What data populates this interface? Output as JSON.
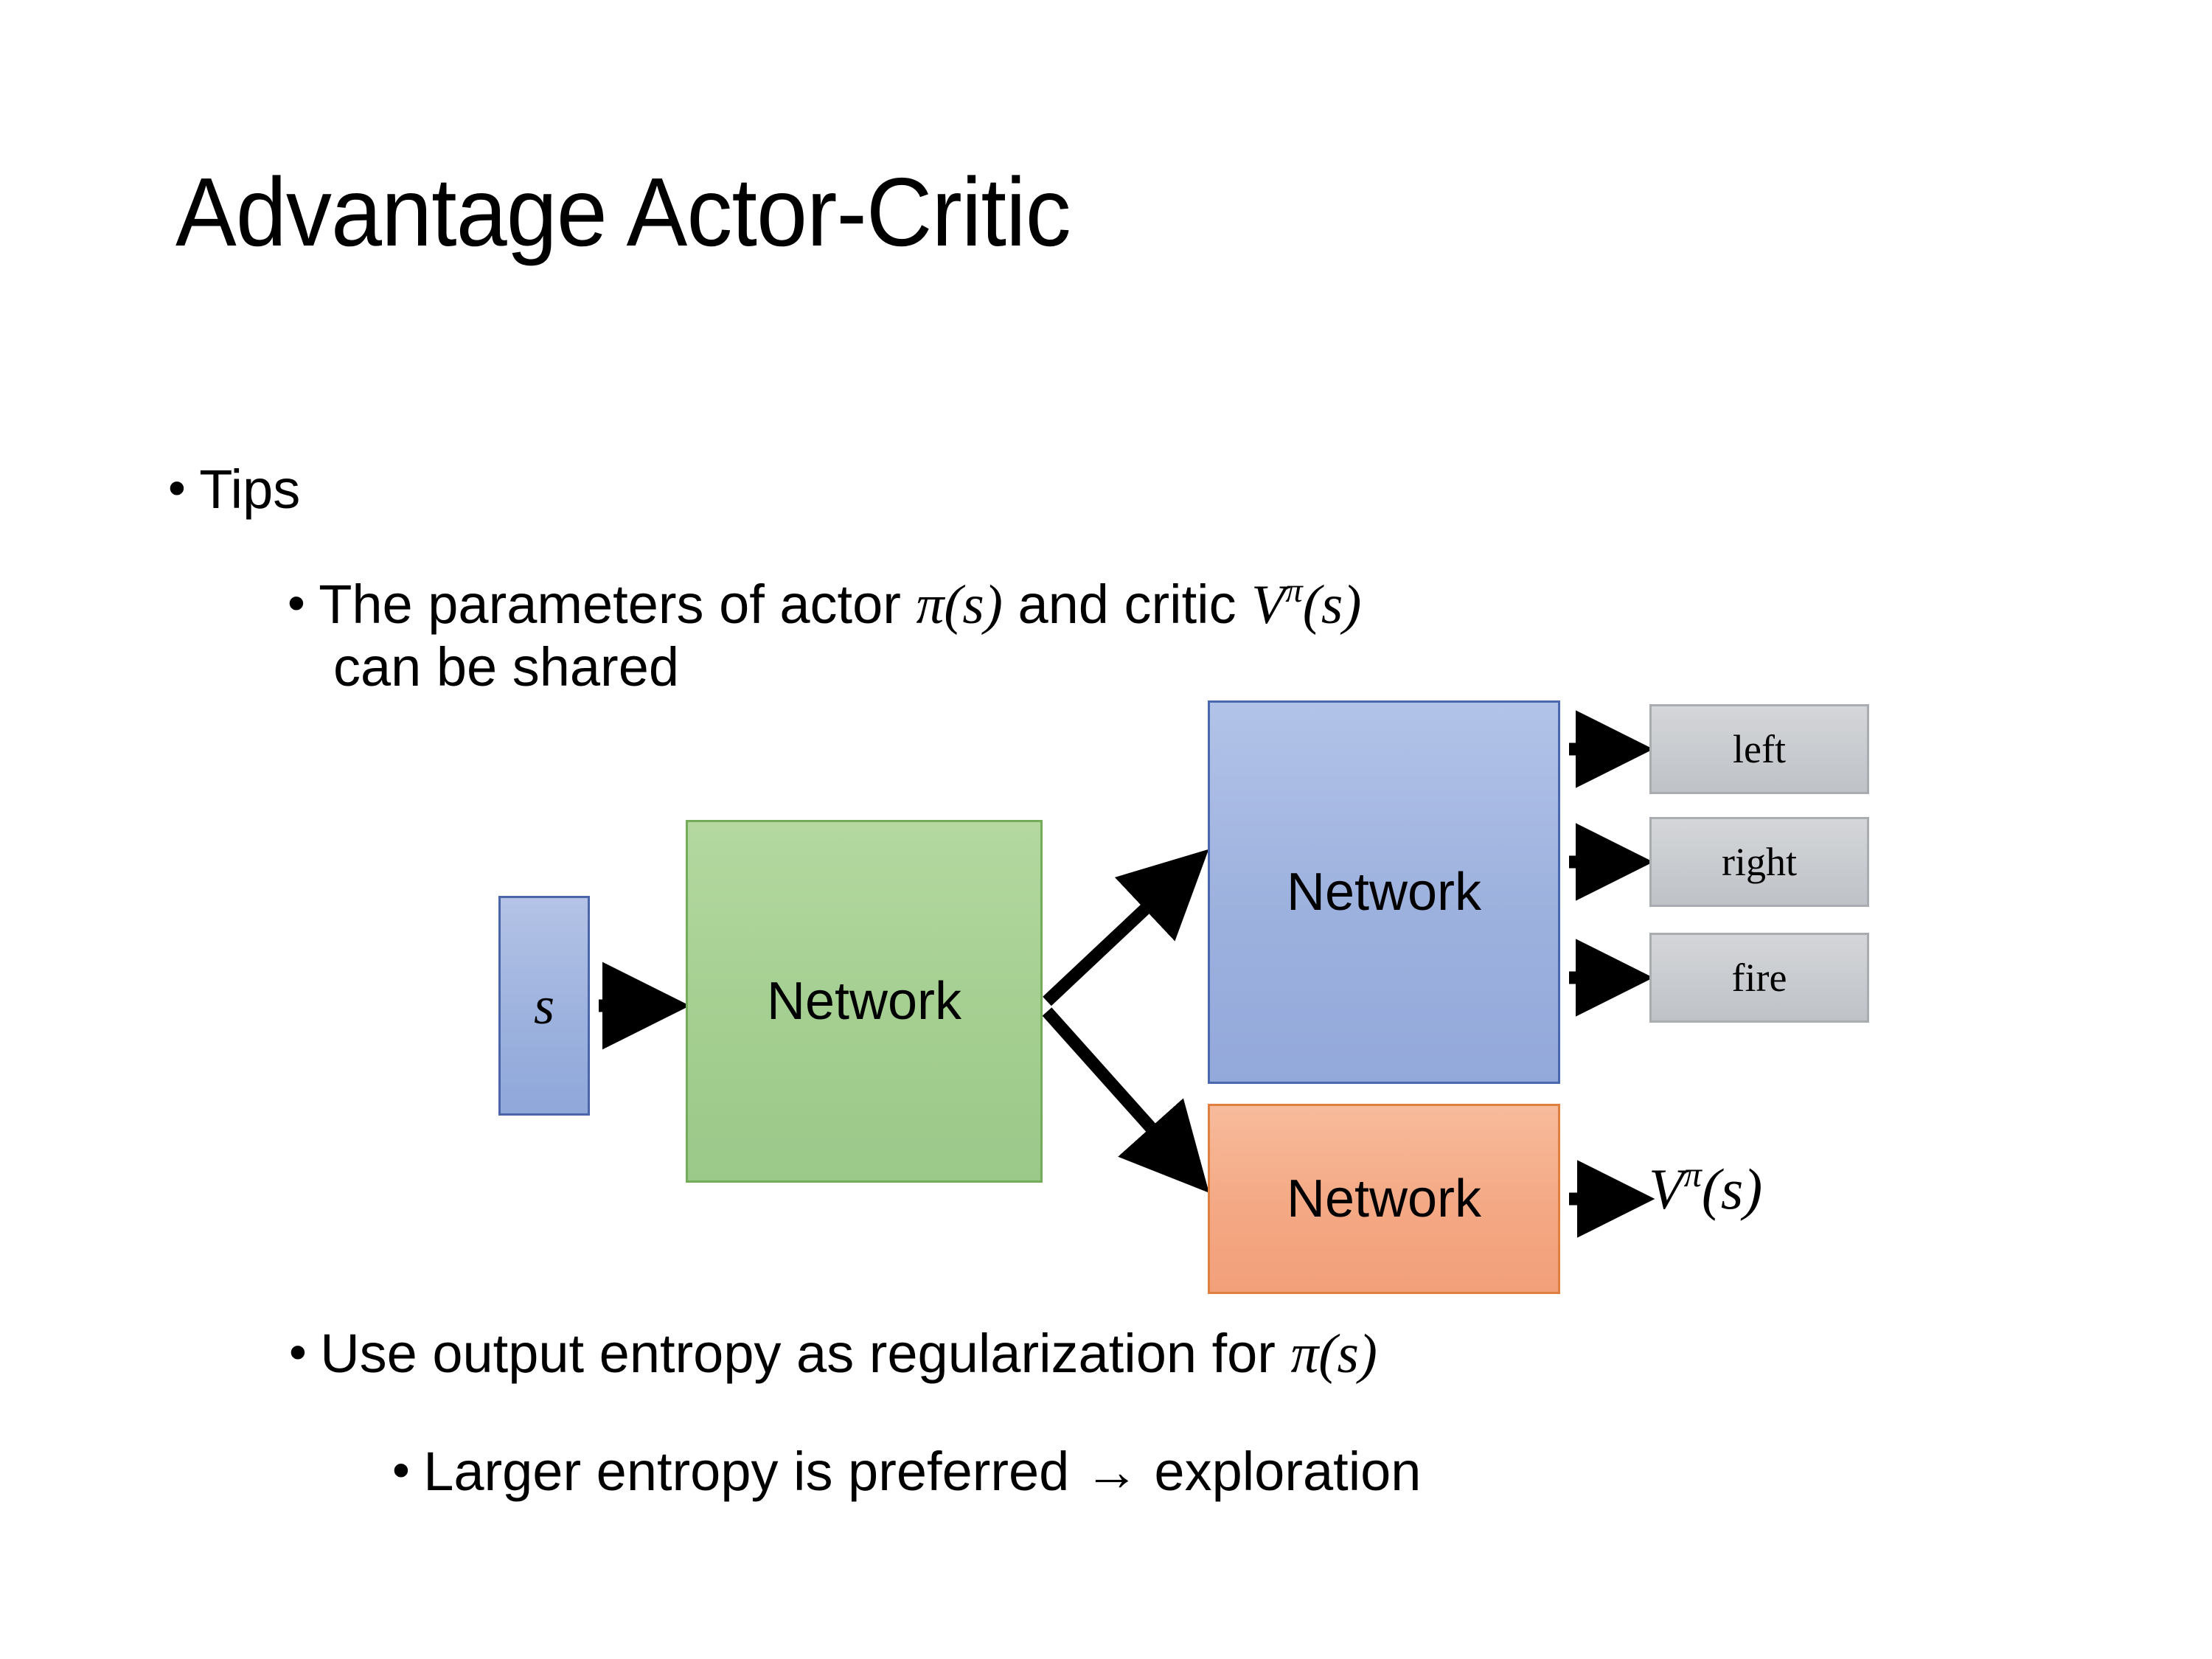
{
  "slide": {
    "title": "Advantage Actor-Critic",
    "background_color": "#ffffff",
    "text_color": "#000000"
  },
  "bullets": {
    "level1": {
      "marker": "•",
      "text": "Tips"
    },
    "shared": {
      "marker": "•",
      "line1_prefix": "The parameters of actor ",
      "math_pi": "π(s)",
      "line1_mid": "  and critic ",
      "math_v_base": "V",
      "math_v_sup": "π",
      "math_v_arg": "(s)",
      "line2": "can be shared"
    },
    "entropy": {
      "marker": "•",
      "text": "Use output entropy as regularization for ",
      "math_pi": "π(s)"
    },
    "larger": {
      "marker": "•",
      "text": "Larger entropy is preferred → exploration"
    }
  },
  "diagram": {
    "state_box": {
      "label": "s",
      "fill": "#9db2de",
      "border": "#4a66a8"
    },
    "shared_network": {
      "label": "Network",
      "fill": "#a4cf91",
      "border": "#74ad5a"
    },
    "actor_network": {
      "label": "Network",
      "fill": "#9db1de",
      "border": "#4a68b0"
    },
    "critic_network": {
      "label": "Network",
      "fill": "#f4a884",
      "border": "#e08040"
    },
    "actions": [
      {
        "label": "left",
        "fill": "#c8cbcf",
        "border": "#a9adb2"
      },
      {
        "label": "right",
        "fill": "#c8cbcf",
        "border": "#a9adb2"
      },
      {
        "label": "fire",
        "fill": "#c8cbcf",
        "border": "#a9adb2"
      }
    ],
    "value_output": {
      "base": "V",
      "sup": "π",
      "arg": "(s)"
    },
    "arrow_color": "#000000"
  }
}
